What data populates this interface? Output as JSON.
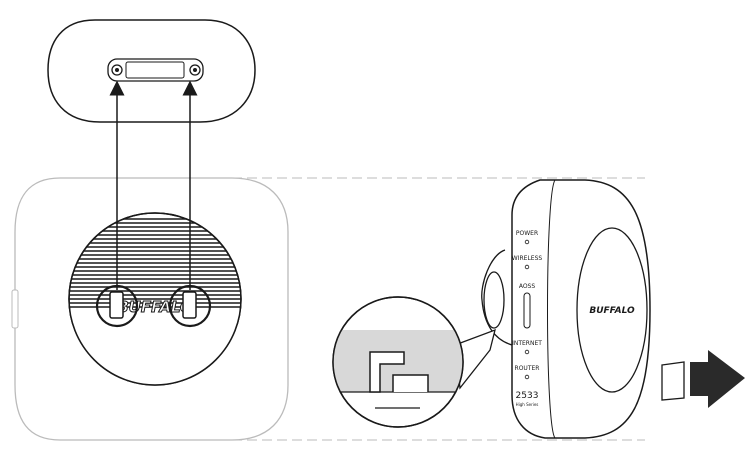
{
  "brand": {
    "logo_front": "BUFFALO",
    "logo_side": "BUFFALO"
  },
  "side_labels": {
    "power": "POWER",
    "wireless": "WIRELESS",
    "aoss": "AOSS",
    "internet": "INTERNET",
    "router": "ROUTER",
    "model": "2533",
    "model_sub": "High Series"
  },
  "colors": {
    "stroke": "#1a1a1a",
    "fill_light": "#d8d8d8",
    "fill_gray": "#bdbdbd",
    "dash": "#bbbbbb"
  },
  "icons": {
    "arrow_right": "direction-arrow-icon"
  }
}
